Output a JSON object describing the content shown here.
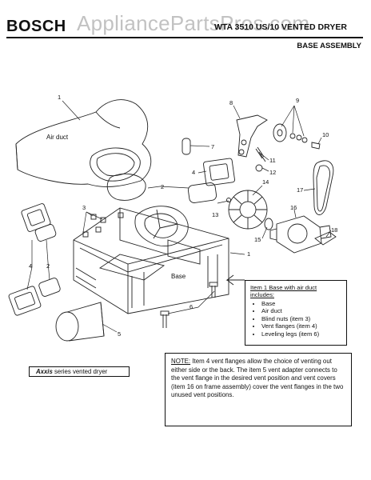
{
  "header": {
    "brand": "BOSCH",
    "model": "WTA 3510 US/10 VENTED DRYER",
    "section": "BASE ASSEMBLY",
    "watermark": "AppliancePartsPros.com"
  },
  "callouts": {
    "c1_top": "1",
    "c1_base": "1",
    "c2_left": "2",
    "c2_mid": "2",
    "c3": "3",
    "c4_left": "4",
    "c4_mid": "4",
    "c5": "5",
    "c6": "6",
    "c7": "7",
    "c8": "8",
    "c9": "9",
    "c10": "10",
    "c11": "11",
    "c12": "12",
    "c13": "13",
    "c14": "14",
    "c15": "15",
    "c16": "16",
    "c17": "17",
    "c18": "18"
  },
  "labels": {
    "air_duct": "Air duct",
    "base": "Base"
  },
  "includes": {
    "title": "Item 1 Base with air duct includes:",
    "items": [
      "Base",
      "Air duct",
      "Blind nuts (item 3)",
      "Vent flanges (item 4)",
      "Leveling legs (item 6)"
    ]
  },
  "series": {
    "name": "Axxis",
    "suffix": " series vented dryer"
  },
  "note": {
    "label": "NOTE:",
    "text": "  Item 4 vent flanges allow the choice of venting out either side or the back.  The item 5 vent adapter connects to the vent flange in the desired vent position and vent covers (item 16 on frame assembly) cover the vent flanges in the two unused vent positions."
  }
}
